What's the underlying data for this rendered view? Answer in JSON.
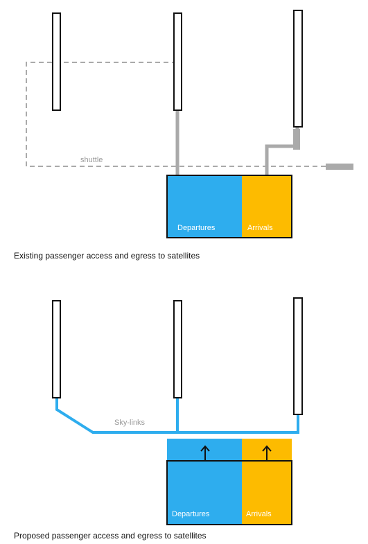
{
  "colors": {
    "departures": "#2EADEE",
    "arrivals": "#FDBB00",
    "existing_path": "#AAAAAA",
    "skylink": "#2EADEE",
    "outline": "#111111"
  },
  "existing": {
    "shuttle_label": "shuttle",
    "departures_label": "Departures",
    "arrivals_label": "Arrivals",
    "caption": "Existing passenger access and egress to satellites"
  },
  "proposed": {
    "skylinks_label": "Sky-links",
    "departures_label": "Departures",
    "arrivals_label": "Arrivals",
    "caption": "Proposed passenger access and egress to satellites"
  }
}
